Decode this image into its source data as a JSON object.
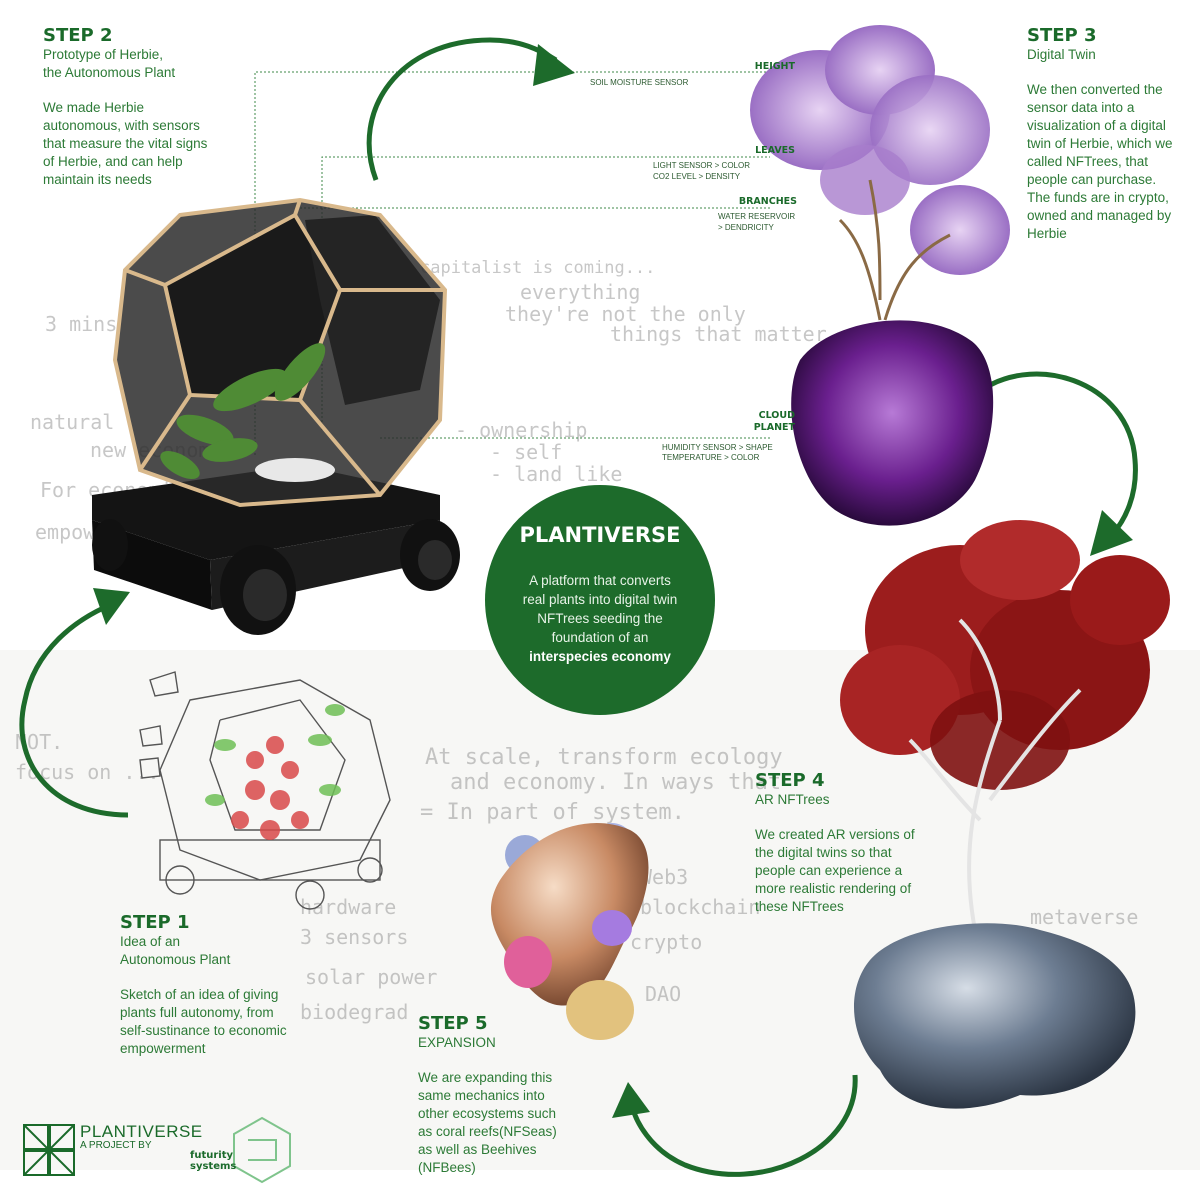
{
  "step2": {
    "title": "STEP 2",
    "subtitle_line1": "Prototype of Herbie,",
    "subtitle_line2": "the Autonomous Plant",
    "body": [
      "We made Herbie",
      "autonomous, with sensors",
      "that measure the vital signs",
      "of Herbie, and can help",
      "maintain its needs"
    ]
  },
  "step3": {
    "title": "STEP 3",
    "subtitle": "Digital Twin",
    "body": [
      "We then converted the",
      "sensor data into a",
      "visualization of a digital",
      "twin of Herbie, which we",
      "called NFTrees, that",
      "people can purchase.",
      "The funds are in crypto,",
      "owned and managed by",
      "Herbie"
    ]
  },
  "sensors": {
    "height": {
      "title": "HEIGHT",
      "lines": [
        "SOIL MOISTURE SENSOR"
      ]
    },
    "leaves": {
      "title": "LEAVES",
      "lines": [
        "LIGHT SENSOR > COLOR",
        "CO2 LEVEL > DENSITY"
      ]
    },
    "branches": {
      "title": "BRANCHES",
      "lines": [
        "WATER RESERVOIR",
        "> DENDRICITY"
      ]
    },
    "cloud": {
      "title_line1": "CLOUD",
      "title_line2": "PLANET",
      "lines": [
        "HUMIDITY SENSOR > SHAPE",
        "TEMPERATURE > COLOR"
      ]
    }
  },
  "center": {
    "title": "PLANTIVERSE",
    "body": [
      "A platform that converts",
      "real plants into digital twin",
      "NFTrees seeding the",
      "foundation of an"
    ],
    "emphasis": "interspecies economy"
  },
  "step4": {
    "title": "STEP 4",
    "subtitle": "AR NFTrees",
    "body": [
      "We created AR versions of",
      "the digital twins so that",
      "people can experience a",
      "more realistic rendering of",
      "these NFTrees"
    ]
  },
  "step1": {
    "title": "STEP 1",
    "subtitle_line1": "Idea of an",
    "subtitle_line2": "Autonomous Plant",
    "body": [
      "Sketch of an idea of giving",
      "plants full autonomy, from",
      "self-sustinance to economic",
      "empowerment"
    ]
  },
  "step5": {
    "title": "STEP 5",
    "subtitle": "EXPANSION",
    "body": [
      "We are expanding this",
      "same mechanics into",
      "other ecosystems such",
      "as coral reefs(NFSeas)",
      "as well as Beehives",
      "(NFBees)"
    ]
  },
  "footer": {
    "brand": "PLANTIVERSE",
    "byline": "A PROJECT BY",
    "partner_line1": "futurity",
    "partner_line2": "systems"
  },
  "handwriting": {
    "lines": [
      "capitalist is coming...",
      "everything",
      "they're not the only",
      "things that matter",
      "3 mins",
      "natural",
      "new economy",
      "For economic",
      "empowerment",
      "- self",
      "- land like",
      "- ownership",
      "At scale, transform ecology",
      "and economy. In ways that",
      "= In part of system.",
      "Web3",
      "blockchain",
      "crypto",
      "DAO",
      "hardware",
      "3 sensors",
      "solar power",
      "biodegrad",
      "metaverse",
      "NOT.",
      "focus on ..."
    ]
  },
  "colors": {
    "green": "#1a6a2a",
    "center_circle": "#1d6b2b",
    "arrow": "#1d6b2b"
  }
}
